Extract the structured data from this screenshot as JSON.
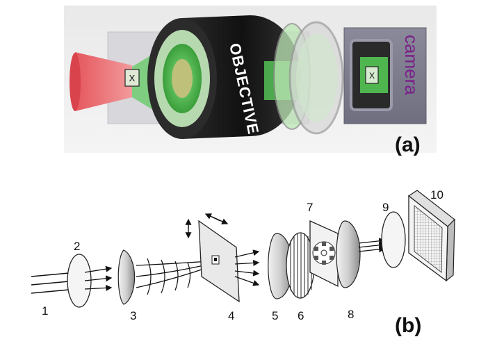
{
  "panel_a": {
    "objective_label": "OBJECTIVE",
    "camera_label": "camera",
    "panel_label": "(a)",
    "marker_left": "X",
    "marker_right": "X",
    "colors": {
      "beam_red": "#e8545c",
      "beam_green": "#3fcf3f",
      "objective_body": "#1f1f1f",
      "camera_body": "#7a7a88",
      "camera_text": "#7a1f8a"
    }
  },
  "panel_b": {
    "panel_label": "(b)",
    "component_numbers": [
      "1",
      "2",
      "3",
      "4",
      "5",
      "6",
      "7",
      "8",
      "9",
      "10"
    ]
  }
}
